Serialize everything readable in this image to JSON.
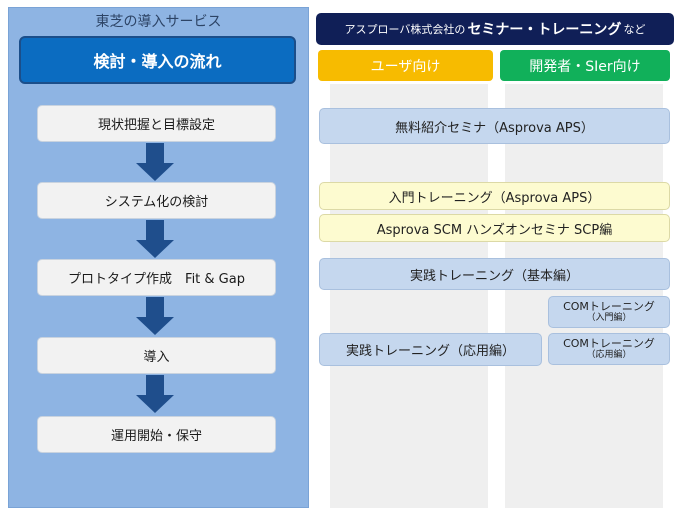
{
  "left": {
    "caption": "東芝の導入サービス",
    "title": "検討・導入の流れ",
    "steps": [
      "現状把握と目標設定",
      "システム化の検討",
      "プロトタイプ作成　Fit & Gap",
      "導入",
      "運用開始・保守"
    ]
  },
  "right": {
    "header": {
      "prefix": "アスプローバ株式会社の",
      "strong": "セミナー・トレーニング",
      "suffix": "など"
    },
    "col_user": "ユーザ向け",
    "col_dev": "開発者・SIer向け",
    "courses": {
      "free_intro": "無料紹介セミナ（Asprova APS）",
      "intro_training": "入門トレーニング（Asprova APS）",
      "scm_handson": "Asprova SCM ハンズオンセミナ SCP編",
      "practice_basic": "実践トレーニング（基本編）",
      "practice_applied": "実践トレーニング（応用編）",
      "com_intro": {
        "main": "COMトレーニング",
        "sub": "（入門編）"
      },
      "com_applied": {
        "main": "COMトレーニング",
        "sub": "（応用編）"
      }
    }
  },
  "colors": {
    "panel": "#8eb4e3",
    "title": "#0b6cc1",
    "arrow": "#1f4e8c",
    "header": "#101f57",
    "user": "#f7bb00",
    "dev": "#11b05a"
  }
}
